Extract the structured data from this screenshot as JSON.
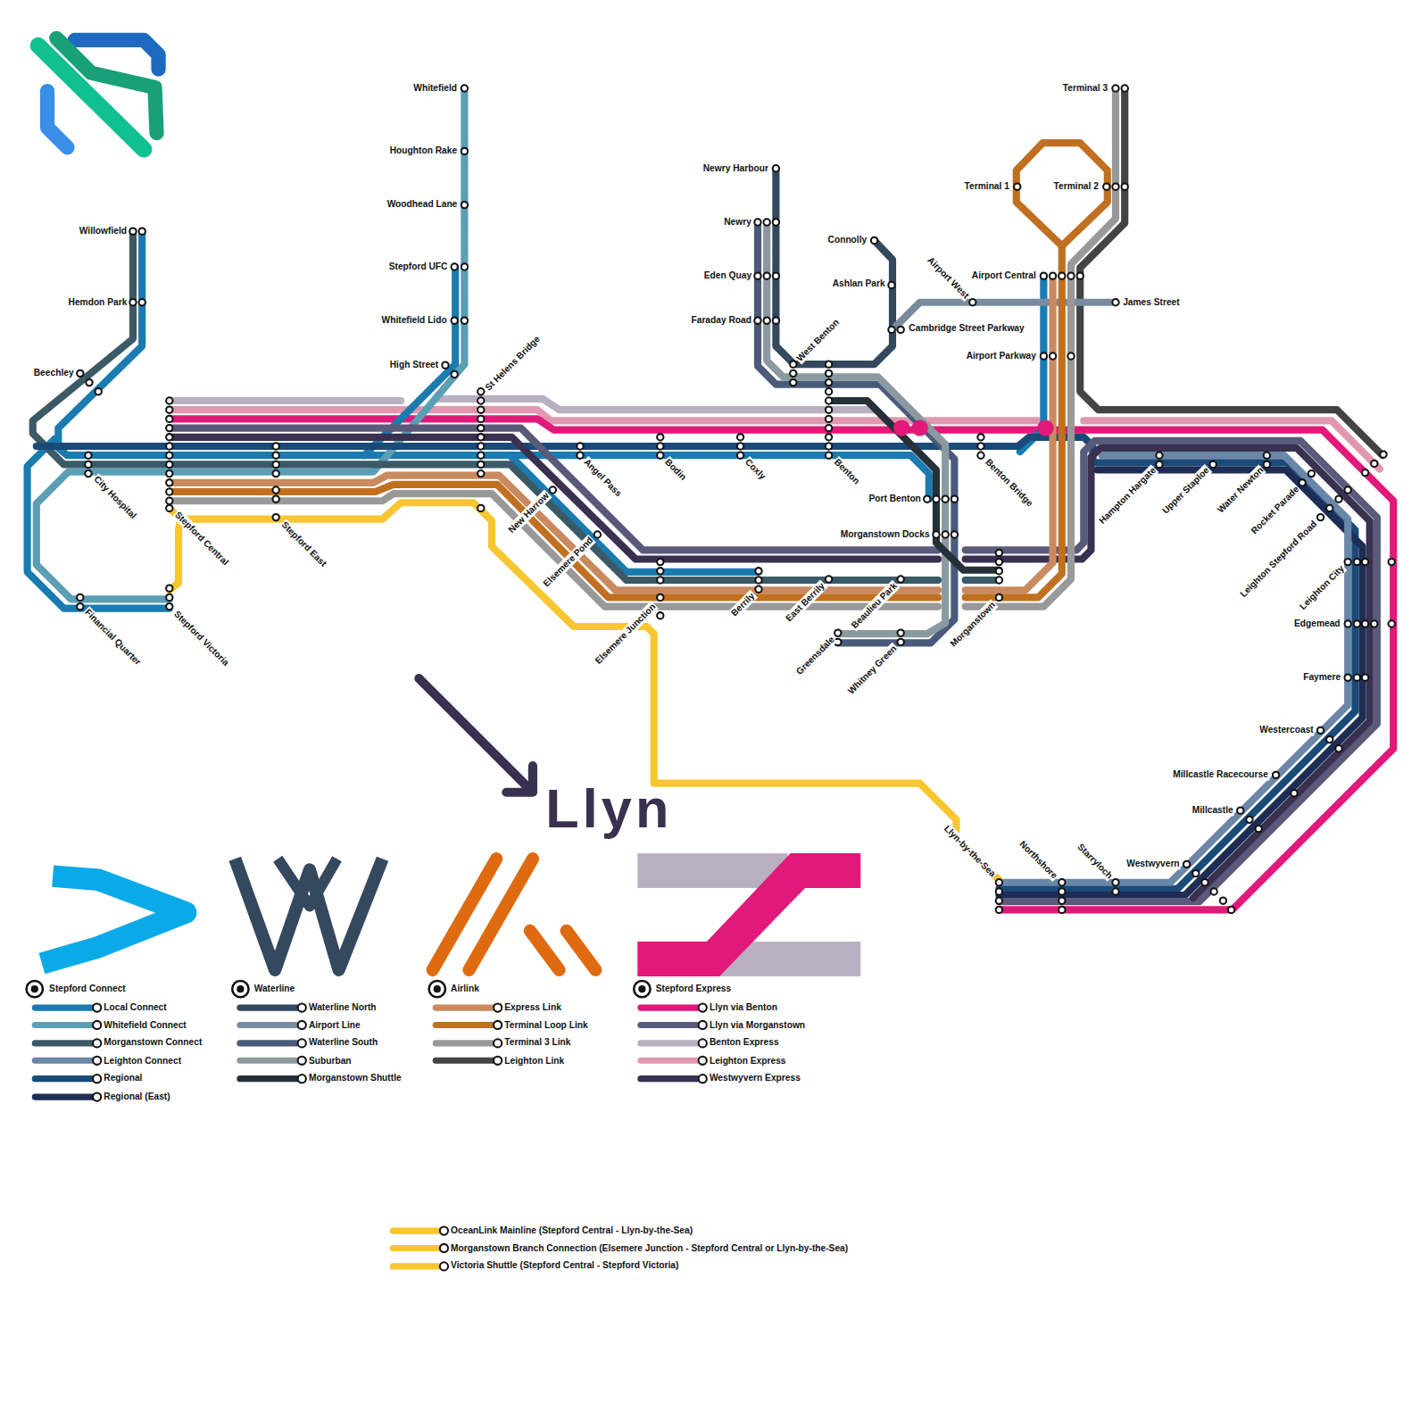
{
  "diagram": {
    "labels": [
      "Whitefield",
      "Houghton Rake",
      "Woodhead Lane",
      "Stepford UFC",
      "Whitefield Lido",
      "High Street",
      "Willowfield",
      "Hemdon Park",
      "Beechley",
      "City Hospital",
      "Stepford Central",
      "Stepford East",
      "Financial Quarter",
      "Stepford Victoria",
      "St Helens Bridge",
      "Angel Pass",
      "Bodin",
      "Coxly",
      "Benton",
      "New Harrow",
      "Elsemere Pond",
      "Elsemere Junction",
      "Berrily",
      "East Berrily",
      "Beaulieu Park",
      "Greensdale",
      "Whitney Green",
      "Newry Harbour",
      "Newry",
      "Eden Quay",
      "Faraday Road",
      "West Benton",
      "Connolly",
      "Ashlan Park",
      "Cambridge Street Parkway",
      "Airport West",
      "Airport Central",
      "Airport Parkway",
      "Terminal 1",
      "Terminal 2",
      "Terminal 3",
      "James Street",
      "Benton Bridge",
      "Port Benton",
      "Morganstown Docks",
      "Morganstown",
      "Hampton Hargate",
      "Upper Staploe",
      "Water Newton",
      "Rocket Parade",
      "Leighton Stepford Road",
      "Leighton City",
      "Edgemead",
      "Faymere",
      "Westercoast",
      "Millcastle Racecourse",
      "Millcastle",
      "Westwyvern",
      "Northshore",
      "Starryloch",
      "Llyn-by-the-Sea",
      "Llyn",
      "Stepford Connect",
      "Waterline",
      "Airlink",
      "Stepford Express"
    ],
    "legend": [
      {
        "text": "Local Connect",
        "color": "#1a7bb0"
      },
      {
        "text": "Whitefield Connect",
        "color": "#5a9fb5"
      },
      {
        "text": "Morganstown Connect",
        "color": "#3c5a66"
      },
      {
        "text": "Leighton Connect",
        "color": "#6a87a8"
      },
      {
        "text": "Regional",
        "color": "#1a4a78"
      },
      {
        "text": "Regional (East)",
        "color": "#1e2d55"
      },
      {
        "text": "Waterline North",
        "color": "#34495e"
      },
      {
        "text": "Airport Line",
        "color": "#7a8ba0"
      },
      {
        "text": "Waterline South",
        "color": "#4a5a7a"
      },
      {
        "text": "Suburban",
        "color": "#8a9aa0"
      },
      {
        "text": "Morganstown Shuttle",
        "color": "#253038"
      },
      {
        "text": "Express Link",
        "color": "#c98a60"
      },
      {
        "text": "Terminal Loop Link",
        "color": "#c07020"
      },
      {
        "text": "Terminal 3 Link",
        "color": "#999999"
      },
      {
        "text": "Leighton Link",
        "color": "#444444"
      },
      {
        "text": "Llyn via Benton",
        "color": "#e0197a"
      },
      {
        "text": "Llyn via Morganstown",
        "color": "#5a5a7a"
      },
      {
        "text": "Benton Express",
        "color": "#b8b0c0"
      },
      {
        "text": "Leighton Express",
        "color": "#e098b0"
      },
      {
        "text": "Westwyvern Express",
        "color": "#3a3050"
      },
      {
        "text": "OceanLink Mainline (Stepford Central - Llyn-by-the-Sea)",
        "color": "#f8c630"
      },
      {
        "text": "Morganstown Branch Connection (Elsemere Junction - Stepford Central or Llyn-by-the-Sea)",
        "color": "#f8c630"
      },
      {
        "text": "Victoria Shuttle (Stepford Central - Stepford Victoria)",
        "color": "#f8c630"
      }
    ]
  }
}
